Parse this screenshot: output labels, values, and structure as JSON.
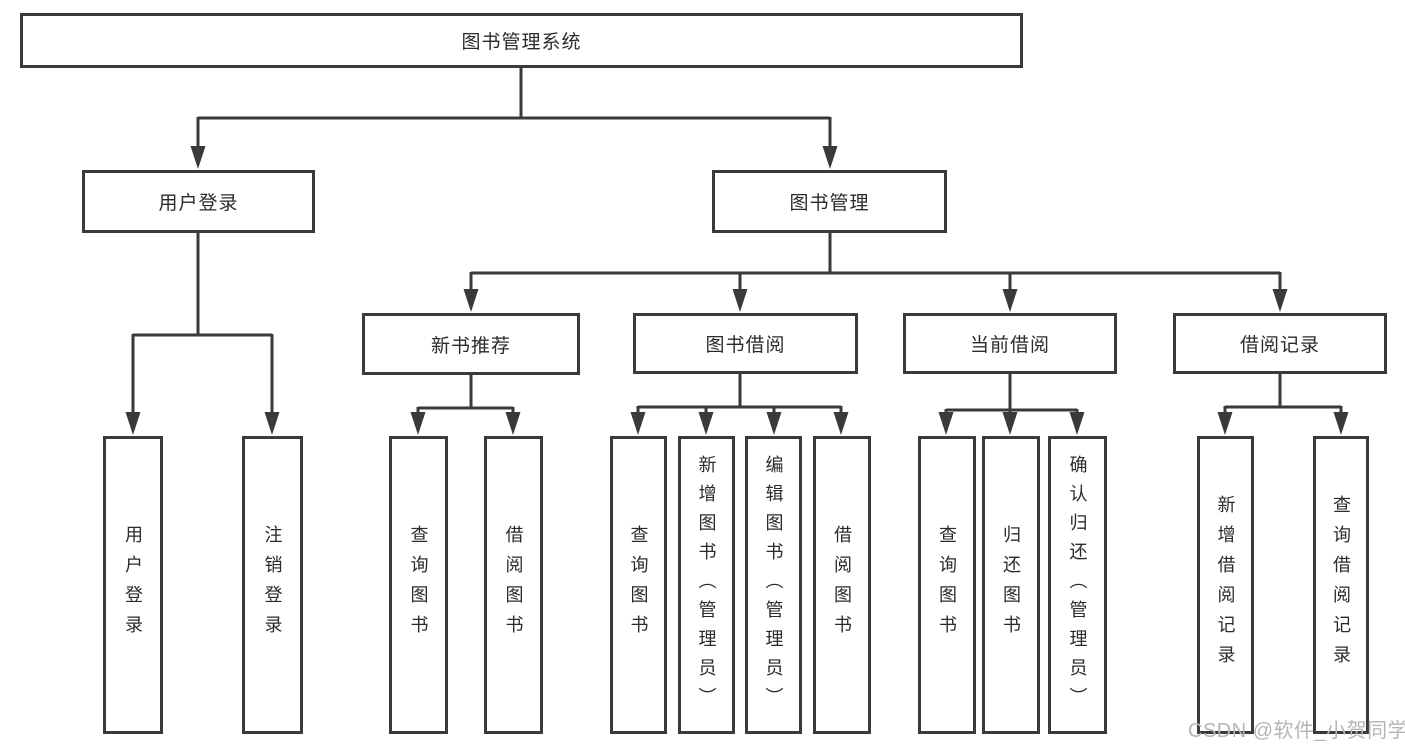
{
  "diagram_title": "图书管理系统",
  "tree": {
    "root": "图书管理系统",
    "children": [
      {
        "label": "用户登录",
        "children": [
          {
            "label": "用户登录"
          },
          {
            "label": "注销登录"
          }
        ]
      },
      {
        "label": "图书管理",
        "children": [
          {
            "label": "新书推荐",
            "children": [
              {
                "label": "查询图书"
              },
              {
                "label": "借阅图书"
              }
            ]
          },
          {
            "label": "图书借阅",
            "children": [
              {
                "label": "查询图书"
              },
              {
                "label": "新增图书（管理员）"
              },
              {
                "label": "编辑图书（管理员）"
              },
              {
                "label": "借阅图书"
              }
            ]
          },
          {
            "label": "当前借阅",
            "children": [
              {
                "label": "查询图书"
              },
              {
                "label": "归还图书"
              },
              {
                "label": "确认归还（管理员）"
              }
            ]
          },
          {
            "label": "借阅记录",
            "children": [
              {
                "label": "新增借阅记录"
              },
              {
                "label": "查询借阅记录"
              }
            ]
          }
        ]
      }
    ]
  },
  "watermark": {
    "text": "CSDN @软件_小贺同学"
  },
  "colors": {
    "line": "#3a3a3a",
    "text": "#2b2b2b",
    "watermark": "#b5b5b5",
    "background": "#ffffff"
  }
}
